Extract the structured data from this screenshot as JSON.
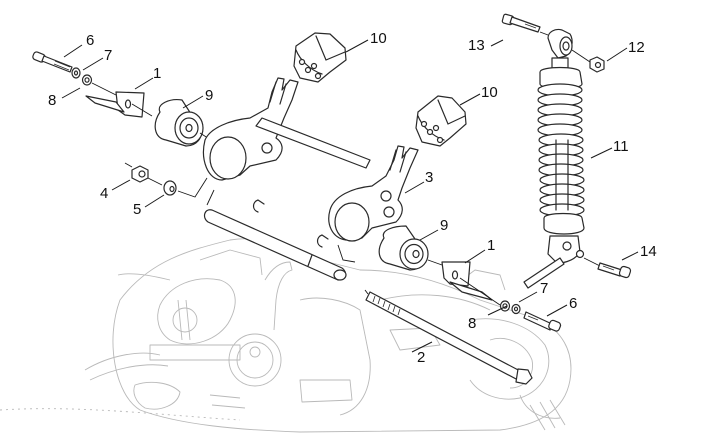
{
  "diagram": {
    "title": "Rear suspension / engine swing arm exploded view",
    "colors": {
      "ink": "#1a1a1a",
      "engine_outline": "#b9b9b9",
      "background": "#ffffff"
    },
    "callouts": [
      {
        "id": "c1a",
        "label": "1",
        "part": "bracket-left"
      },
      {
        "id": "c1b",
        "label": "1",
        "part": "bracket-right"
      },
      {
        "id": "c2",
        "label": "2",
        "part": "long-through-bolt"
      },
      {
        "id": "c3",
        "label": "3",
        "part": "swing-arm-link"
      },
      {
        "id": "c4",
        "label": "4",
        "part": "nut"
      },
      {
        "id": "c5",
        "label": "5",
        "part": "washer"
      },
      {
        "id": "c6a",
        "label": "6",
        "part": "bolt-left"
      },
      {
        "id": "c6b",
        "label": "6",
        "part": "bolt-right"
      },
      {
        "id": "c7a",
        "label": "7",
        "part": "washer-left"
      },
      {
        "id": "c7b",
        "label": "7",
        "part": "washer-right"
      },
      {
        "id": "c8a",
        "label": "8",
        "part": "spacer-left"
      },
      {
        "id": "c8b",
        "label": "8",
        "part": "spacer-right"
      },
      {
        "id": "c9a",
        "label": "9",
        "part": "silent-block-left"
      },
      {
        "id": "c9b",
        "label": "9",
        "part": "silent-block-right"
      },
      {
        "id": "c10a",
        "label": "10",
        "part": "rubber-buffer-left"
      },
      {
        "id": "c10b",
        "label": "10",
        "part": "rubber-buffer-right"
      },
      {
        "id": "c11",
        "label": "11",
        "part": "shock-absorber"
      },
      {
        "id": "c12",
        "label": "12",
        "part": "shock-top-nut"
      },
      {
        "id": "c13",
        "label": "13",
        "part": "shock-top-bolt"
      },
      {
        "id": "c14",
        "label": "14",
        "part": "shock-bottom-bolt"
      }
    ]
  }
}
